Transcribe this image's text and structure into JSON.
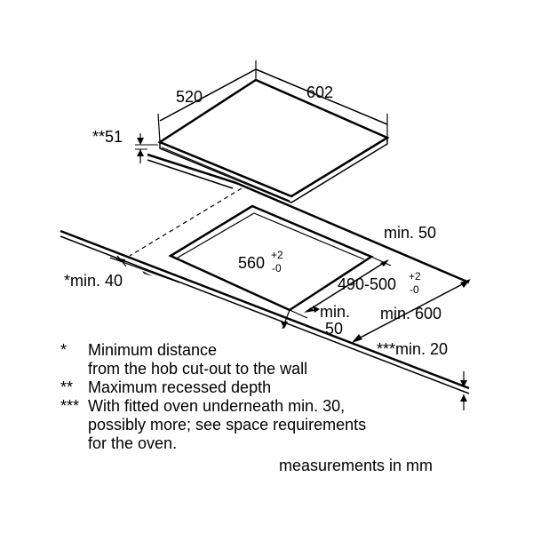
{
  "dimensions": {
    "hob_depth": "520",
    "hob_width": "602",
    "recess_depth": "**51",
    "cutout_width": "560",
    "cutout_width_tol_plus": "+2",
    "cutout_width_tol_minus": "-0",
    "cutout_depth": "490-500",
    "cutout_depth_tol_plus": "+2",
    "cutout_depth_tol_minus": "-0",
    "min_50_back": "min. 50",
    "min_40_side": "*min. 40",
    "min_50_front_line1": "min.",
    "min_50_front_line2": "50",
    "min_600": "min. 600",
    "min_20_worktop": "***min. 20"
  },
  "notes": [
    {
      "symbol": "*",
      "line1": "Minimum distance",
      "line2": "from the hob cut-out to the wall"
    },
    {
      "symbol": "**",
      "line1": "Maximum recessed depth"
    },
    {
      "symbol": "***",
      "line1": "With fitted oven underneath min. 30,",
      "line2": "possibly more; see space requirements",
      "line3": "for the oven."
    }
  ],
  "units_label": "measurements in mm"
}
